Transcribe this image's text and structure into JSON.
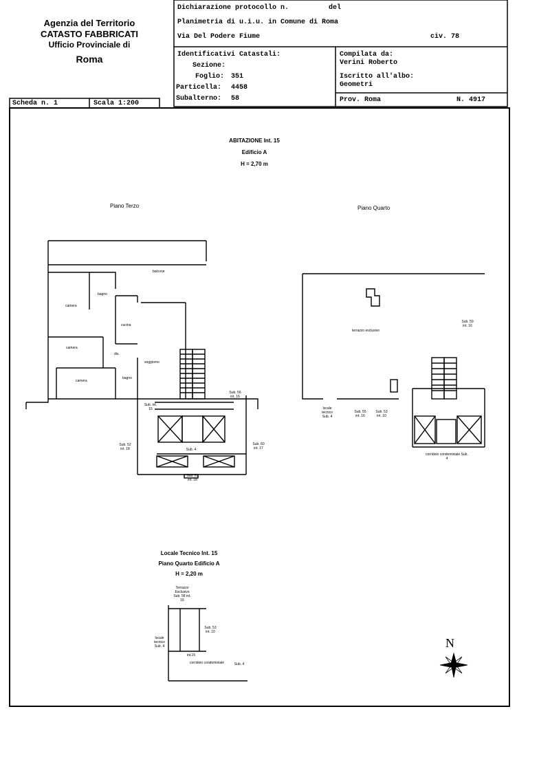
{
  "agency": {
    "line1": "Agenzia del Territorio",
    "line2": "CATASTO FABBRICATI",
    "line3": "Ufficio Provinciale di",
    "city": "Roma"
  },
  "declaration": {
    "protocol_label": "Dichiarazione protocollo n.",
    "del_label": "del",
    "plan_line": "Planimetria di u.i.u. in Comune di Roma",
    "address": "Via Del Podere Fiume",
    "civ": "civ. 78"
  },
  "identifiers": {
    "title": "Identificativi Catastali:",
    "sezione_label": "Sezione:",
    "foglio_label": "Foglio:",
    "foglio_value": "351",
    "particella_label": "Particella:",
    "particella_value": "4458",
    "subalterno_label": "Subalterno:",
    "subalterno_value": "58"
  },
  "compiler": {
    "title": "Compilata da:",
    "name": "Verini Roberto",
    "albo_label": "Iscritto all'albo:",
    "albo_value": "Geometri",
    "prov": "Prov. Roma",
    "number": "N. 4917"
  },
  "sheet": {
    "scheda": "Scheda n. 1",
    "scala": "Scala 1:200"
  },
  "unit": {
    "title": "ABITAZIONE Int. 15",
    "building": "Edificio A",
    "height": "H = 2,70 m"
  },
  "floors": {
    "third": "Piano Terzo",
    "fourth": "Piano Quarto"
  },
  "rooms": {
    "balcone": "balcone",
    "camera1": "camera",
    "bagno1": "bagno",
    "cucina": "cucina",
    "camera2": "camera",
    "dis": "dis.",
    "soggiorno": "soggiorno",
    "camera3": "camera",
    "bagno2": "bagno",
    "terrazzo": "terrazzo esclusivo"
  },
  "subs": {
    "sub56_int16_a": "Sub. 56 int. 16",
    "sub58_int15": "Sub. int. 15",
    "sub52_int18": "Sub. 52 int. 18",
    "sub4_a": "Sub. 4",
    "sub60_int17": "Sub. 60 int. 17",
    "sub61_int18": "Sub. 61 int. 18",
    "sub59_int16": "Sub. 59 int. 16",
    "locale_tecnico": "locale tecnico Sub. 4",
    "sub55_int16": "Sub. 55 int. 16",
    "sub53_int10": "Sub. 53 int. 10",
    "corridoio_4th": "corridoio condominiale Sub. 4"
  },
  "technical": {
    "title": "Locale Tecnico Int. 15",
    "floor": "Piano Quarto Edificio A",
    "height": "H = 2,20 m",
    "terrazzo": "Terrazzo Esclusivo Sub. 58 int. 16",
    "sub53": "Sub. 53 int. 10",
    "locale": "locale tecnico Sub. 4",
    "int15": "int.15",
    "corridoio": "corridoio condominiale",
    "corridoio_sub": "Sub. 4"
  },
  "compass": {
    "north": "N"
  }
}
